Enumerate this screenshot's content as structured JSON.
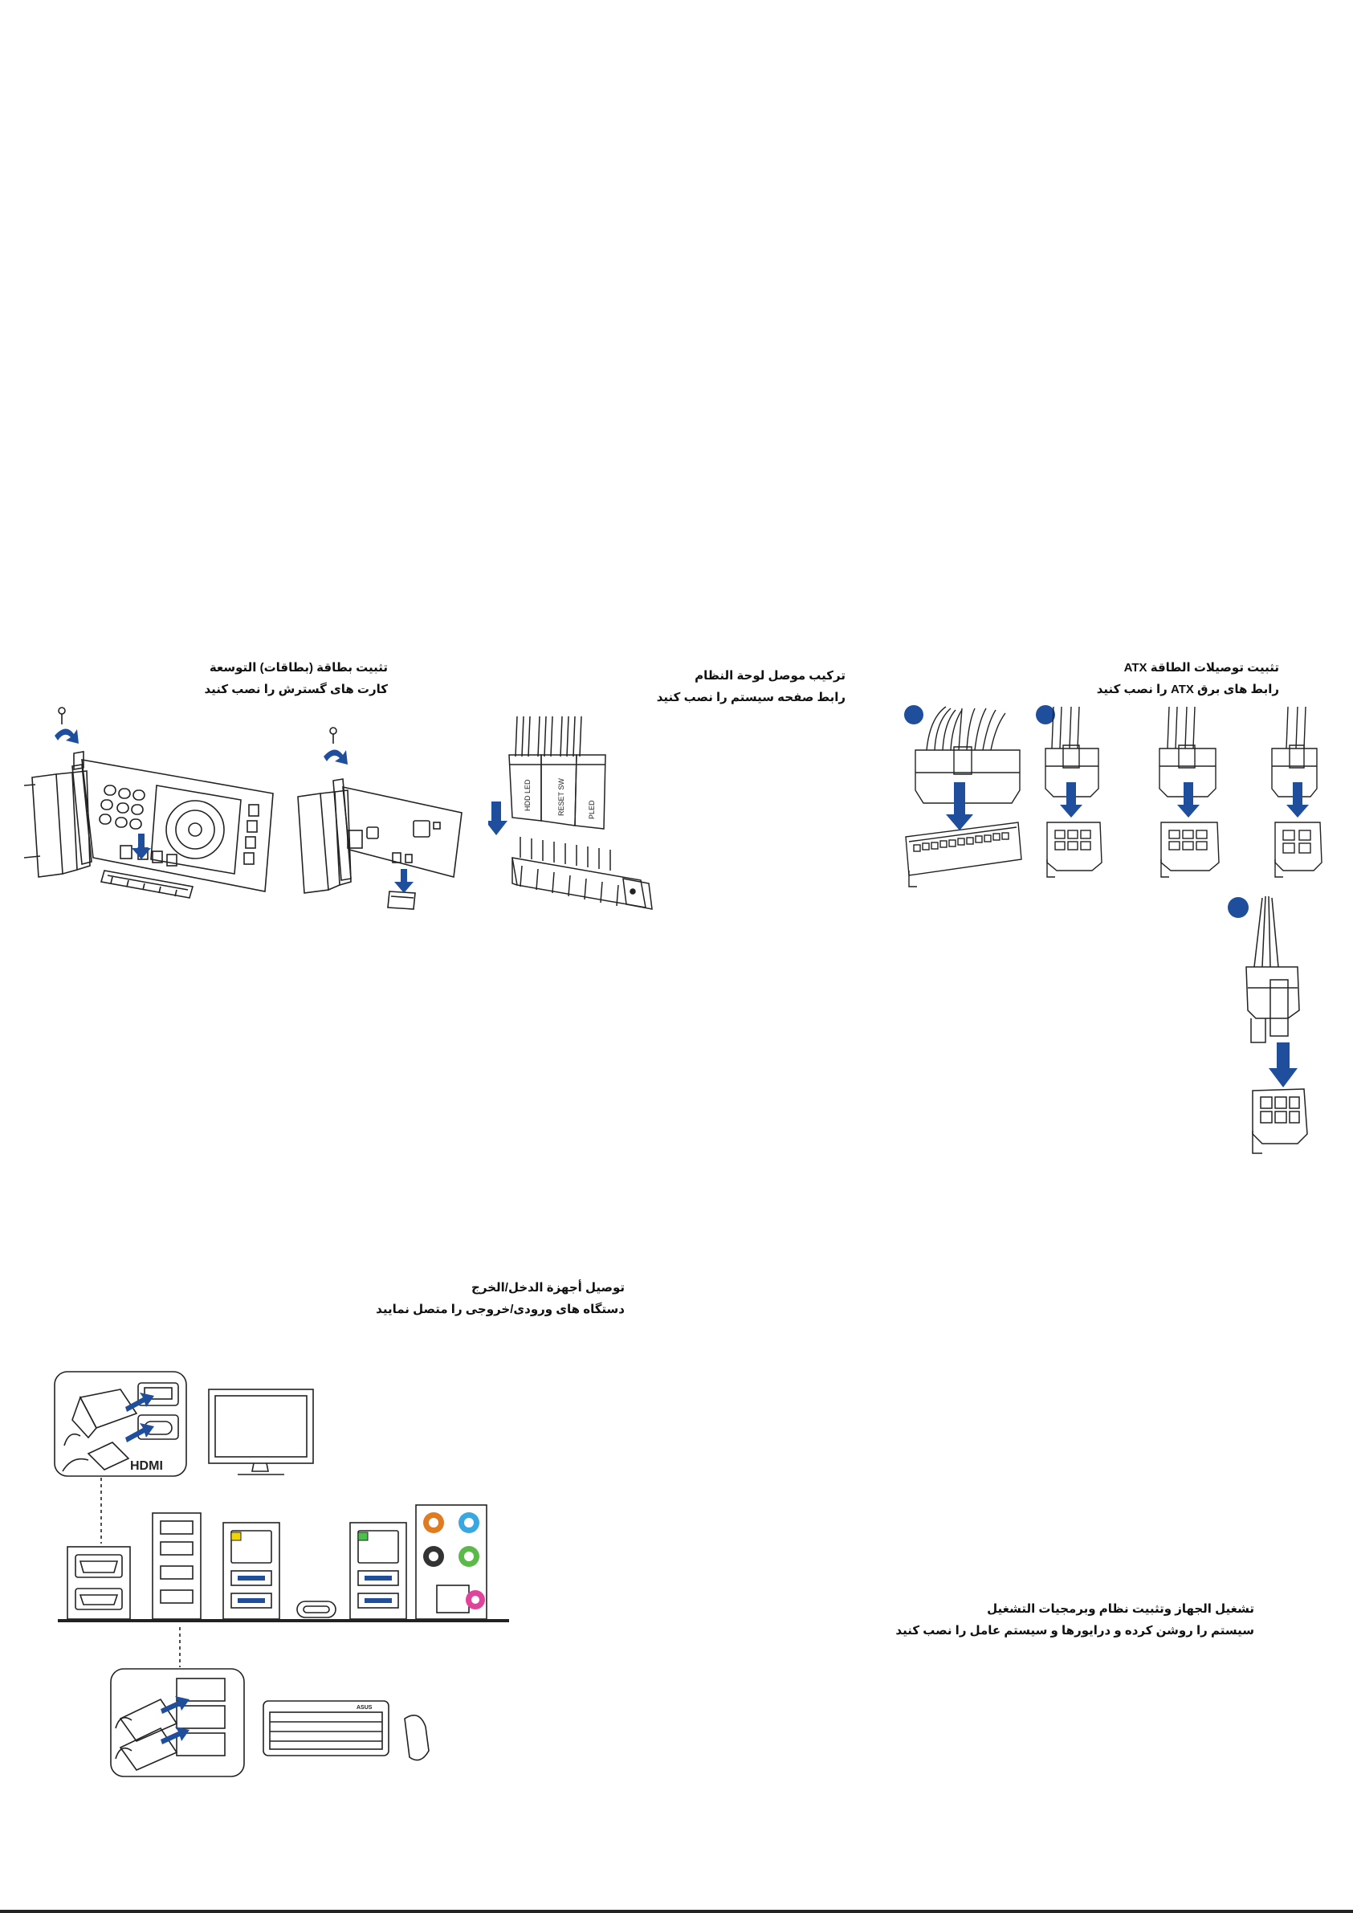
{
  "sections": {
    "expansion": {
      "title_ar": "تثبيت بطاقة (بطاقات) التوسعة",
      "title_fa": "كارت های گسترش را نصب كنيد"
    },
    "panel": {
      "title_ar": "تركيب موصل لوحة النظام",
      "title_fa": "رابط صفحه سيستم را نصب كنيد",
      "pin_labels": [
        "HDD LED",
        "RESET SW",
        "PLED"
      ]
    },
    "atx": {
      "title_ar": "تثبيت توصيلات الطاقة ATX",
      "title_fa": "رابط های برق ATX را نصب كنيد"
    },
    "io": {
      "title_ar": "توصيل أجهزة الدخل/الخرج",
      "title_fa": "دستگاه های ورودی/خروجی را متصل نماييد",
      "hdmi_logo": "HDMI",
      "keyboard_brand": "ASUS"
    },
    "power_on": {
      "title_ar": "تشغيل الجهاز وتثبيت نظام وبرمجيات التشغيل",
      "title_fa": "سيستم را روشن كرده و درايورها و سيستم عامل را نصب كنيد"
    }
  },
  "colors": {
    "accent_blue": "#1f4e9c",
    "line": "#222222",
    "audio_orange": "#e07b22",
    "audio_blue": "#3aa8e0",
    "audio_black": "#333333",
    "audio_green": "#5ab948",
    "audio_pink": "#e0449a",
    "led_yellow": "#f2d600",
    "led_green": "#4cc04c"
  }
}
